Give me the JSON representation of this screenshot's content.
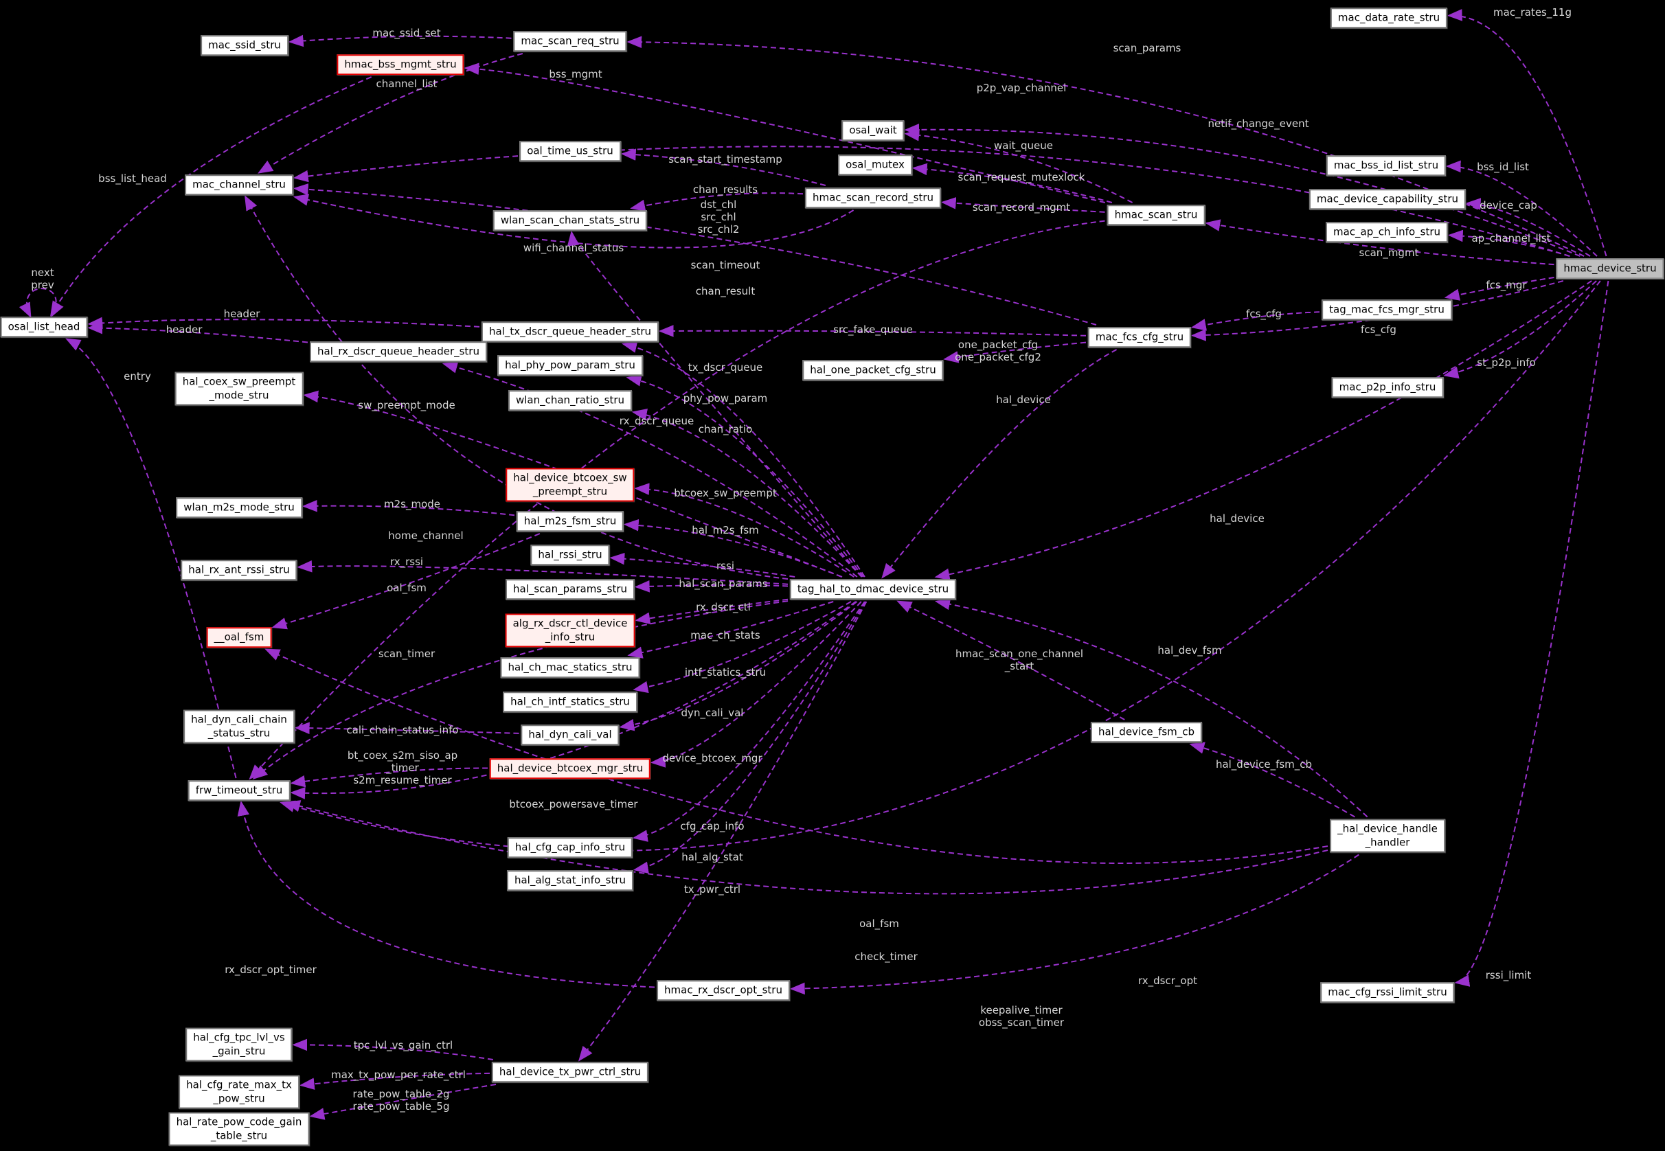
{
  "diagram": {
    "kind": "collaboration-graph",
    "background_color": "#000000",
    "edge_color": "#9a32cd",
    "edge_label_color": "#d6d6d6",
    "node_fill": "#ffffff",
    "highlight_node_fill": "#fff0ee",
    "highlight_node_border": "#e60000",
    "main_node_fill": "#bfbfbf",
    "nodes": [
      {
        "id": "mac_ssid_stru",
        "label": "mac_ssid_stru",
        "style": "normal"
      },
      {
        "id": "mac_scan_req_stru",
        "label": "mac_scan_req_stru",
        "style": "normal"
      },
      {
        "id": "hmac_bss_mgmt_stru",
        "label": "hmac_bss_mgmt_stru",
        "style": "red"
      },
      {
        "id": "mac_data_rate_stru",
        "label": "mac_data_rate_stru",
        "style": "normal"
      },
      {
        "id": "osal_wait",
        "label": "osal_wait",
        "style": "normal"
      },
      {
        "id": "osal_mutex",
        "label": "osal_mutex",
        "style": "normal"
      },
      {
        "id": "oal_time_us_stru",
        "label": "oal_time_us_stru",
        "style": "normal"
      },
      {
        "id": "hmac_scan_record_stru",
        "label": "hmac_scan_record_stru",
        "style": "normal"
      },
      {
        "id": "hmac_scan_stru",
        "label": "hmac_scan_stru",
        "style": "normal"
      },
      {
        "id": "mac_bss_id_list_stru",
        "label": "mac_bss_id_list_stru",
        "style": "normal"
      },
      {
        "id": "mac_device_capability_stru",
        "label": "mac_device_capability_stru",
        "style": "normal"
      },
      {
        "id": "mac_ap_ch_info_stru",
        "label": "mac_ap_ch_info_stru",
        "style": "normal"
      },
      {
        "id": "hmac_device_stru",
        "label": "hmac_device_stru",
        "style": "main"
      },
      {
        "id": "mac_channel_stru",
        "label": "mac_channel_stru",
        "style": "normal"
      },
      {
        "id": "osal_list_head",
        "label": "osal_list_head",
        "style": "normal"
      },
      {
        "id": "wlan_scan_chan_stats_stru",
        "label": "wlan_scan_chan_stats_stru",
        "style": "normal"
      },
      {
        "id": "tag_mac_fcs_mgr_stru",
        "label": "tag_mac_fcs_mgr_stru",
        "style": "normal"
      },
      {
        "id": "mac_fcs_cfg_stru",
        "label": "mac_fcs_cfg_stru",
        "style": "normal"
      },
      {
        "id": "mac_p2p_info_stru",
        "label": "mac_p2p_info_stru",
        "style": "normal"
      },
      {
        "id": "hal_tx_dscr_queue_header_stru",
        "label": "hal_tx_dscr_queue_header_stru",
        "style": "normal"
      },
      {
        "id": "hal_rx_dscr_queue_header_stru",
        "label": "hal_rx_dscr_queue_header_stru",
        "style": "normal"
      },
      {
        "id": "hal_phy_pow_param_stru",
        "label": "hal_phy_pow_param_stru",
        "style": "normal"
      },
      {
        "id": "wlan_chan_ratio_stru",
        "label": "wlan_chan_ratio_stru",
        "style": "normal"
      },
      {
        "id": "hal_one_packet_cfg_stru",
        "label": "hal_one_packet_cfg_stru",
        "style": "normal"
      },
      {
        "id": "hal_coex_sw_preempt_mode_stru",
        "label": "hal_coex_sw_preempt\n_mode_stru",
        "style": "normal"
      },
      {
        "id": "hal_device_btcoex_sw_preempt_stru",
        "label": "hal_device_btcoex_sw\n_preempt_stru",
        "style": "red"
      },
      {
        "id": "wlan_m2s_mode_stru",
        "label": "wlan_m2s_mode_stru",
        "style": "normal"
      },
      {
        "id": "hal_m2s_fsm_stru",
        "label": "hal_m2s_fsm_stru",
        "style": "normal"
      },
      {
        "id": "hal_rssi_stru",
        "label": "hal_rssi_stru",
        "style": "normal"
      },
      {
        "id": "hal_rx_ant_rssi_stru",
        "label": "hal_rx_ant_rssi_stru",
        "style": "normal"
      },
      {
        "id": "hal_scan_params_stru",
        "label": "hal_scan_params_stru",
        "style": "normal"
      },
      {
        "id": "__oal_fsm",
        "label": "__oal_fsm",
        "style": "red"
      },
      {
        "id": "alg_rx_dscr_ctl_device_info_stru",
        "label": "alg_rx_dscr_ctl_device\n_info_stru",
        "style": "red"
      },
      {
        "id": "hal_ch_mac_statics_stru",
        "label": "hal_ch_mac_statics_stru",
        "style": "normal"
      },
      {
        "id": "hal_ch_intf_statics_stru",
        "label": "hal_ch_intf_statics_stru",
        "style": "normal"
      },
      {
        "id": "hal_dyn_cali_chain_status_stru",
        "label": "hal_dyn_cali_chain\n_status_stru",
        "style": "normal"
      },
      {
        "id": "hal_dyn_cali_val",
        "label": "hal_dyn_cali_val",
        "style": "normal"
      },
      {
        "id": "hal_device_btcoex_mgr_stru",
        "label": "hal_device_btcoex_mgr_stru",
        "style": "red"
      },
      {
        "id": "frw_timeout_stru",
        "label": "frw_timeout_stru",
        "style": "normal"
      },
      {
        "id": "hal_cfg_cap_info_stru",
        "label": "hal_cfg_cap_info_stru",
        "style": "normal"
      },
      {
        "id": "hal_alg_stat_info_stru",
        "label": "hal_alg_stat_info_stru",
        "style": "normal"
      },
      {
        "id": "tag_hal_to_dmac_device_stru",
        "label": "tag_hal_to_dmac_device_stru",
        "style": "normal"
      },
      {
        "id": "hal_device_fsm_cb",
        "label": "hal_device_fsm_cb",
        "style": "normal"
      },
      {
        "id": "_hal_device_handle_handler",
        "label": "_hal_device_handle\n_handler",
        "style": "normal"
      },
      {
        "id": "hmac_rx_dscr_opt_stru",
        "label": "hmac_rx_dscr_opt_stru",
        "style": "normal"
      },
      {
        "id": "mac_cfg_rssi_limit_stru",
        "label": "mac_cfg_rssi_limit_stru",
        "style": "normal"
      },
      {
        "id": "hal_cfg_tpc_lvl_vs_gain_stru",
        "label": "hal_cfg_tpc_lvl_vs\n_gain_stru",
        "style": "normal"
      },
      {
        "id": "hal_device_tx_pwr_ctrl_stru",
        "label": "hal_device_tx_pwr_ctrl_stru",
        "style": "normal"
      },
      {
        "id": "hal_cfg_rate_max_tx_pow_stru",
        "label": "hal_cfg_rate_max_tx\n_pow_stru",
        "style": "normal"
      },
      {
        "id": "hal_rate_pow_code_gain_table_stru",
        "label": "hal_rate_pow_code_gain\n_table_stru",
        "style": "normal"
      }
    ],
    "edges": [
      {
        "from": "mac_scan_req_stru",
        "to": "mac_ssid_stru",
        "label": "mac_ssid_set"
      },
      {
        "from": "hmac_device_stru",
        "to": "mac_scan_req_stru",
        "label": "scan_params"
      },
      {
        "from": "hmac_scan_stru",
        "to": "hmac_bss_mgmt_stru",
        "label": "bss_mgmt"
      },
      {
        "from": "mac_scan_req_stru",
        "to": "mac_channel_stru",
        "label": "channel_list"
      },
      {
        "from": "hmac_device_stru",
        "to": "mac_channel_stru",
        "label": "p2p_vap_channel"
      },
      {
        "from": "hmac_device_stru",
        "to": "osal_wait",
        "label": "netif_change_event"
      },
      {
        "from": "hmac_scan_stru",
        "to": "osal_wait",
        "label": "wait_queue"
      },
      {
        "from": "hmac_scan_stru",
        "to": "osal_mutex",
        "label": "scan_request_mutexlock"
      },
      {
        "from": "hmac_scan_stru",
        "to": "hmac_scan_record_stru",
        "label": "scan_record_mgmt"
      },
      {
        "from": "hmac_scan_record_stru",
        "to": "oal_time_us_stru",
        "label": "scan_start_timestamp"
      },
      {
        "from": "hmac_scan_record_stru",
        "to": "wlan_scan_chan_stats_stru",
        "label": "chan_results"
      },
      {
        "from": "mac_fcs_cfg_stru",
        "to": "mac_channel_stru",
        "label": "dst_chl\nsrc_chl\nsrc_chl2"
      },
      {
        "from": "tag_hal_to_dmac_device_stru",
        "to": "wlan_scan_chan_stats_stru",
        "label": "wifi_channel_status"
      },
      {
        "from": "hmac_scan_stru",
        "to": "frw_timeout_stru",
        "label": "scan_timeout"
      },
      {
        "from": "hmac_scan_record_stru",
        "to": "mac_channel_stru",
        "label": "chan_result"
      },
      {
        "from": "hmac_bss_mgmt_stru",
        "to": "osal_list_head",
        "label": "bss_list_head"
      },
      {
        "from": "hmac_device_stru",
        "to": "mac_bss_id_list_stru",
        "label": "bss_id_list"
      },
      {
        "from": "hmac_device_stru",
        "to": "mac_device_capability_stru",
        "label": "device_cap"
      },
      {
        "from": "hmac_device_stru",
        "to": "mac_ap_ch_info_stru",
        "label": "ap_channel_list"
      },
      {
        "from": "hmac_device_stru",
        "to": "hmac_scan_stru",
        "label": "scan_mgmt"
      },
      {
        "from": "hmac_device_stru",
        "to": "tag_mac_fcs_mgr_stru",
        "label": "fcs_mgr"
      },
      {
        "from": "tag_mac_fcs_mgr_stru",
        "to": "mac_fcs_cfg_stru",
        "label": "fcs_cfg"
      },
      {
        "from": "hmac_device_stru",
        "to": "mac_fcs_cfg_stru",
        "label": "fcs_cfg"
      },
      {
        "from": "hmac_device_stru",
        "to": "mac_p2p_info_stru",
        "label": "st_p2p_info"
      },
      {
        "from": "mac_fcs_cfg_stru",
        "to": "hal_tx_dscr_queue_header_stru",
        "label": "src_fake_queue"
      },
      {
        "from": "mac_fcs_cfg_stru",
        "to": "hal_one_packet_cfg_stru",
        "label": "one_packet_cfg\none_packet_cfg2"
      },
      {
        "from": "mac_fcs_cfg_stru",
        "to": "tag_hal_to_dmac_device_stru",
        "label": "hal_device"
      },
      {
        "from": "tag_hal_to_dmac_device_stru",
        "to": "hal_tx_dscr_queue_header_stru",
        "label": "tx_dscr_queue"
      },
      {
        "from": "tag_hal_to_dmac_device_stru",
        "to": "hal_phy_pow_param_stru",
        "label": "phy_pow_param"
      },
      {
        "from": "tag_hal_to_dmac_device_stru",
        "to": "hal_rx_dscr_queue_header_stru",
        "label": "rx_dscr_queue"
      },
      {
        "from": "tag_hal_to_dmac_device_stru",
        "to": "wlan_chan_ratio_stru",
        "label": "chan_ratio"
      },
      {
        "from": "tag_hal_to_dmac_device_stru",
        "to": "hal_coex_sw_preempt_mode_stru",
        "label": "sw_preempt_mode"
      },
      {
        "from": "osal_list_head",
        "to": "osal_list_head",
        "label": "next\nprev"
      },
      {
        "from": "hal_tx_dscr_queue_header_stru",
        "to": "osal_list_head",
        "label": "header"
      },
      {
        "from": "hal_rx_dscr_queue_header_stru",
        "to": "osal_list_head",
        "label": "header"
      },
      {
        "from": "frw_timeout_stru",
        "to": "osal_list_head",
        "label": "entry"
      },
      {
        "from": "hal_m2s_fsm_stru",
        "to": "wlan_m2s_mode_stru",
        "label": "m2s_mode"
      },
      {
        "from": "tag_hal_to_dmac_device_stru",
        "to": "mac_channel_stru",
        "label": "home_channel"
      },
      {
        "from": "tag_hal_to_dmac_device_stru",
        "to": "hal_rx_ant_rssi_stru",
        "label": "rx_rssi"
      },
      {
        "from": "hal_m2s_fsm_stru",
        "to": "__oal_fsm",
        "label": "oal_fsm"
      },
      {
        "from": "tag_hal_to_dmac_device_stru",
        "to": "frw_timeout_stru",
        "label": "scan_timer"
      },
      {
        "from": "tag_hal_to_dmac_device_stru",
        "to": "hal_device_btcoex_sw_preempt_stru",
        "label": "btcoex_sw_preempt"
      },
      {
        "from": "tag_hal_to_dmac_device_stru",
        "to": "hal_m2s_fsm_stru",
        "label": "hal_m2s_fsm"
      },
      {
        "from": "tag_hal_to_dmac_device_stru",
        "to": "hal_rssi_stru",
        "label": "rssi"
      },
      {
        "from": "tag_hal_to_dmac_device_stru",
        "to": "hal_scan_params_stru",
        "label": "hal_scan_params"
      },
      {
        "from": "tag_hal_to_dmac_device_stru",
        "to": "alg_rx_dscr_ctl_device_info_stru",
        "label": "rx_dscr_ctl"
      },
      {
        "from": "tag_hal_to_dmac_device_stru",
        "to": "hal_ch_mac_statics_stru",
        "label": "mac_ch_stats"
      },
      {
        "from": "tag_hal_to_dmac_device_stru",
        "to": "hal_ch_intf_statics_stru",
        "label": "intf_statics_stru"
      },
      {
        "from": "tag_hal_to_dmac_device_stru",
        "to": "hal_dyn_cali_val",
        "label": "dyn_cali_val"
      },
      {
        "from": "hal_dyn_cali_val",
        "to": "hal_dyn_cali_chain_status_stru",
        "label": "cali_chain_status_info"
      },
      {
        "from": "tag_hal_to_dmac_device_stru",
        "to": "hal_device_btcoex_mgr_stru",
        "label": "device_btcoex_mgr"
      },
      {
        "from": "hal_device_btcoex_mgr_stru",
        "to": "frw_timeout_stru",
        "label": "bt_coex_s2m_siso_ap\n_timer\ns2m_resume_timer"
      },
      {
        "from": "tag_hal_to_dmac_device_stru",
        "to": "frw_timeout_stru",
        "label": "btcoex_powersave_timer"
      },
      {
        "from": "tag_hal_to_dmac_device_stru",
        "to": "hal_cfg_cap_info_stru",
        "label": "cfg_cap_info"
      },
      {
        "from": "tag_hal_to_dmac_device_stru",
        "to": "hal_alg_stat_info_stru",
        "label": "hal_alg_stat"
      },
      {
        "from": "tag_hal_to_dmac_device_stru",
        "to": "hal_device_tx_pwr_ctrl_stru",
        "label": "tx_pwr_ctrl"
      },
      {
        "from": "hmac_device_stru",
        "to": "tag_hal_to_dmac_device_stru",
        "label": "hal_device"
      },
      {
        "from": "hal_device_fsm_cb",
        "to": "tag_hal_to_dmac_device_stru",
        "label": "hmac_scan_one_channel\n_start"
      },
      {
        "from": "_hal_device_handle_handler",
        "to": "tag_hal_to_dmac_device_stru",
        "label": "hal_dev_fsm"
      },
      {
        "from": "_hal_device_handle_handler",
        "to": "hal_device_fsm_cb",
        "label": "hal_device_fsm_cb"
      },
      {
        "from": "_hal_device_handle_handler",
        "to": "__oal_fsm",
        "label": "oal_fsm"
      },
      {
        "from": "_hal_device_handle_handler",
        "to": "frw_timeout_stru",
        "label": "check_timer"
      },
      {
        "from": "_hal_device_handle_handler",
        "to": "hmac_rx_dscr_opt_stru",
        "label": "rx_dscr_opt"
      },
      {
        "from": "hmac_device_stru",
        "to": "mac_cfg_rssi_limit_stru",
        "label": "rssi_limit"
      },
      {
        "from": "hmac_device_stru",
        "to": "frw_timeout_stru",
        "label": "keepalive_timer\nobss_scan_timer"
      },
      {
        "from": "hmac_rx_dscr_opt_stru",
        "to": "frw_timeout_stru",
        "label": "rx_dscr_opt_timer"
      },
      {
        "from": "hal_device_tx_pwr_ctrl_stru",
        "to": "hal_cfg_tpc_lvl_vs_gain_stru",
        "label": "tpc_lvl_vs_gain_ctrl"
      },
      {
        "from": "hal_device_tx_pwr_ctrl_stru",
        "to": "hal_cfg_rate_max_tx_pow_stru",
        "label": "max_tx_pow_per_rate_ctrl"
      },
      {
        "from": "hal_device_tx_pwr_ctrl_stru",
        "to": "hal_rate_pow_code_gain_table_stru",
        "label": "rate_pow_table_2g\nrate_pow_table_5g"
      },
      {
        "from": "hmac_device_stru",
        "to": "mac_data_rate_stru",
        "label": "mac_rates_11g"
      }
    ]
  }
}
